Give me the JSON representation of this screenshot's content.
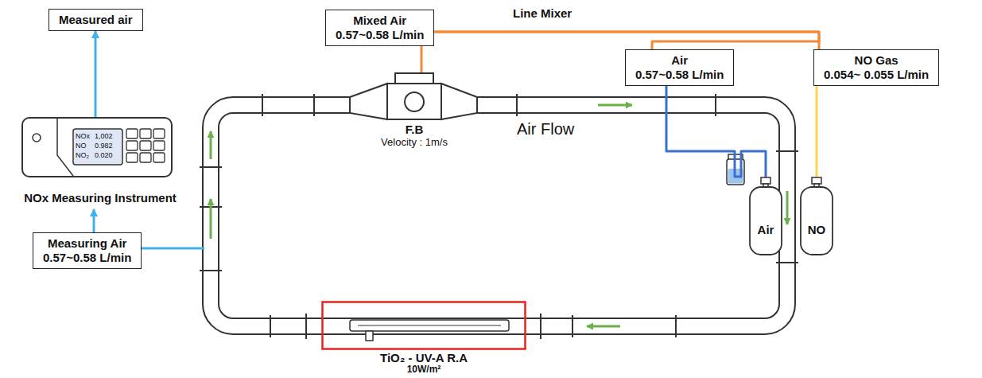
{
  "diagram": {
    "nodes": [
      {
        "text": [
          "Measured air"
        ]
      },
      {
        "text": [
          "Mixed Air",
          "0.57~0.58 L/min"
        ]
      },
      {
        "text": [
          "Air",
          "0.57~0.58 L/min"
        ]
      },
      {
        "text": [
          "NO Gas",
          "0.054~ 0.055 L/min"
        ]
      },
      {
        "text": [
          "F.B",
          "Velocity : 1m/s"
        ]
      },
      {
        "text": [
          "NOx Measuring Instrument"
        ]
      },
      {
        "text": [
          "Air"
        ]
      },
      {
        "text": [
          "NO"
        ]
      },
      {
        "text": [
          "Measuring Air",
          "0.57~0.58 L/min"
        ]
      },
      {
        "text": [
          "TiO₂ - UV-A R.A",
          "10W/m²"
        ]
      }
    ],
    "edges": [
      {
        "from": 8,
        "to": 5,
        "arrow": "to"
      },
      {
        "from": 5,
        "to": 0,
        "arrow": "to"
      },
      {
        "from": 2,
        "to": 1,
        "arrow": "none"
      },
      {
        "from": 3,
        "to": 1,
        "arrow": "none"
      },
      {
        "from": 6,
        "to": 2,
        "arrow": "none"
      },
      {
        "from": 7,
        "to": 3,
        "arrow": "none"
      }
    ],
    "labels": [
      "Line Mixer",
      "Air Flow",
      "NOx",
      "1,002",
      "NO",
      "0.982",
      "NO₂",
      "0.020"
    ]
  }
}
